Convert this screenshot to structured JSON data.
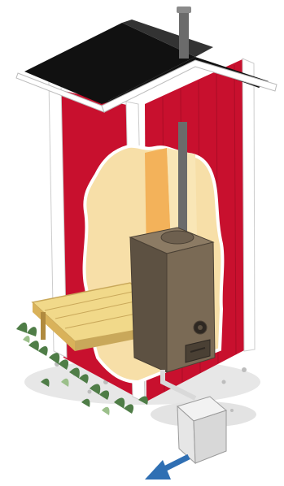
{
  "illustration": {
    "subject": "sauna-cutaway",
    "components": [
      "roof",
      "chimney-pipe",
      "red-plank-wall",
      "white-corner-trim",
      "cutaway-interior",
      "wooden-bench",
      "sauna-stove",
      "stove-damper",
      "stove-ash-door",
      "gravel-bed",
      "ground-plants",
      "drain-pipe",
      "collection-box",
      "flow-arrow"
    ],
    "colors": {
      "roof": "#111111",
      "wall_red": "#c8102e",
      "wall_red_dark": "#8e0a1f",
      "trim": "#ffffff",
      "interior_wall": "#f7dfa8",
      "interior_shadow": "#f3b25a",
      "stove": "#7a6a55",
      "stove_dark": "#5d5142",
      "bench": "#f1d98a",
      "chimney": "#6b6b6b",
      "arrow": "#2f6fb3",
      "plants": "#4f7d47",
      "gravel": "#cfcfcf"
    }
  }
}
